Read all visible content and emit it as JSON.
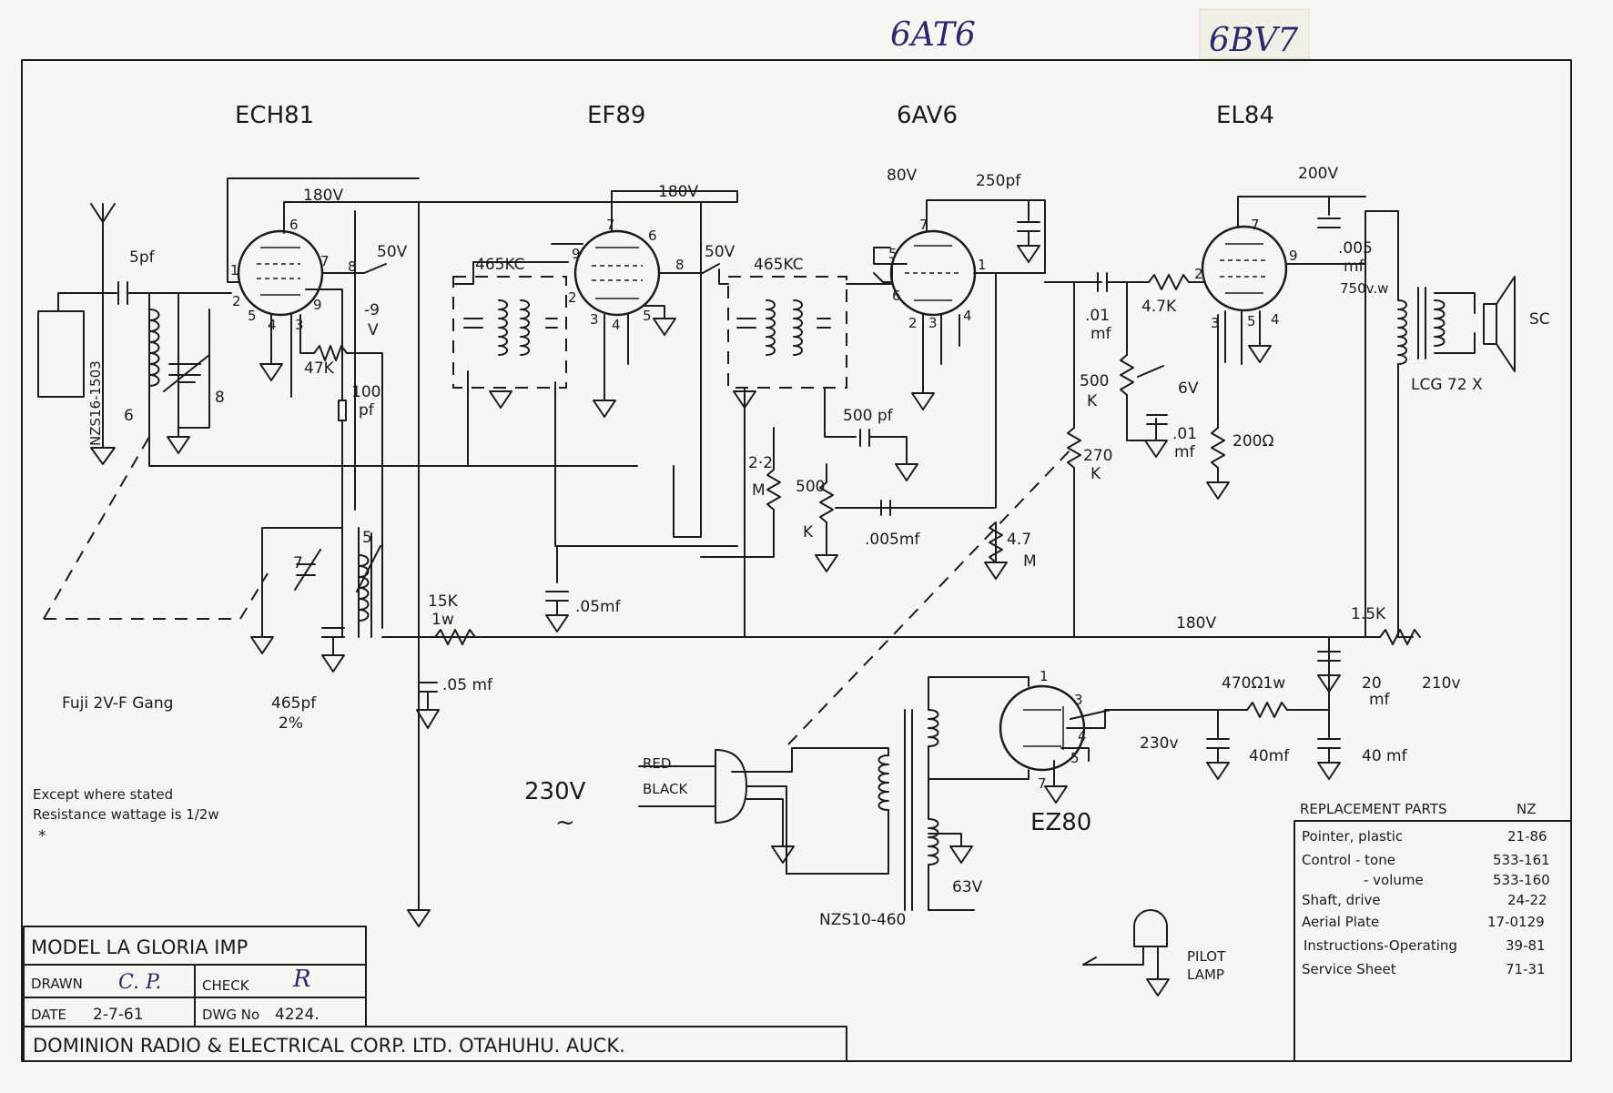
{
  "top_notes": [
    "6AT6",
    "6BV7"
  ],
  "tubes": [
    {
      "id": "ECH81",
      "label": "ECH81"
    },
    {
      "id": "EF89",
      "label": "EF89"
    },
    {
      "id": "6AV6",
      "label": "6AV6"
    },
    {
      "id": "EL84",
      "label": "EL84"
    },
    {
      "id": "EZ80",
      "label": "EZ80"
    }
  ],
  "labels": {
    "v180_a": "180V",
    "v180_b": "180V",
    "v80": "80V",
    "v200": "200V",
    "v50_a": "50V",
    "v50_b": "50V",
    "v9": "-9",
    "v9v": "V",
    "pf5": "5pf",
    "pf250": "250pf",
    "pf100a": "100",
    "pf100b": "pf",
    "kc465_a": "465KC",
    "kc465_b": "465KC",
    "k47": "47K",
    "k47b": "4.7K",
    "k500a": "500",
    "k500b": "K",
    "k270a": "270",
    "k270b": "K",
    "mf01a": ".01",
    "mf01b": "mf",
    "mf01c": ".01",
    "mf01d": "mf",
    "v6": "6V",
    "r200": "200Ω",
    "mf005a": ".005",
    "mf005b": "mf",
    "vw750": "750v.w",
    "lcg": "LCG 72 X",
    "sc": "SC",
    "pf500": "500 pf",
    "m22a": "2·2",
    "m22b": "M",
    "k500vol_a": "500",
    "k500vol_b": "K",
    "mf005c": ".005mf",
    "m47a": "4.7",
    "m47b": "M",
    "mf05a": ".05mf",
    "k15a": "15K",
    "k15b": "1w",
    "mf05b": ".05 mf",
    "v180_rail": "180V",
    "k15c": "1.5K",
    "mf20a": "20",
    "mf20b": "mf",
    "v210": "210v",
    "r470": "470Ω1w",
    "v230": "230v",
    "mf40a": "40mf",
    "mf40b": "40 mf",
    "nzs1503": "NZS16-1503",
    "coil6": "6",
    "coil8": "8",
    "coil5": "5",
    "coil7": "7",
    "pf465": "465pf",
    "pct2": "2%",
    "gang": "Fuji 2V-F Gang",
    "red": "RED",
    "black": "BLACK",
    "mains": "230V",
    "mains_sym": "~",
    "nzs460": "NZS10-460",
    "v63": "63V",
    "pilot_a": "PILOT",
    "pilot_b": "LAMP",
    "note1": "Except where stated",
    "note2": "Resistance wattage is 1/2w",
    "star": "*"
  },
  "pins": [
    "6",
    "1",
    "2",
    "5",
    "4",
    "3",
    "7",
    "8",
    "9",
    "7",
    "9",
    "6",
    "8",
    "2",
    "3",
    "4",
    "5",
    "7",
    "5",
    "6",
    "1",
    "2",
    "3",
    "4",
    "7",
    "2",
    "9",
    "3",
    "5",
    "4",
    "1",
    "3",
    "4",
    "5",
    "7"
  ],
  "parts": {
    "title": "REPLACEMENT PARTS",
    "region": "NZ",
    "items": [
      {
        "name": "Pointer, plastic",
        "code": "21-86"
      },
      {
        "name": "Control - tone",
        "code": "533-161"
      },
      {
        "name": "- volume",
        "code": "533-160"
      },
      {
        "name": "Shaft, drive",
        "code": "24-22"
      },
      {
        "name": "Aerial Plate",
        "code": "17-0129"
      },
      {
        "name": "Instructions-Operating",
        "code": "39-81"
      },
      {
        "name": "Service Sheet",
        "code": "71-31"
      }
    ]
  },
  "title_block": {
    "model": "MODEL LA GLORIA IMP",
    "drawn_label": "DRAWN",
    "drawn_value": "C. P.",
    "check_label": "CHECK",
    "check_value": "R",
    "date_label": "DATE",
    "date_value": "2-7-61",
    "dwg_label": "DWG No",
    "dwg_value": "4224.",
    "company": "DOMINION RADIO & ELECTRICAL CORP. LTD. OTAHUHU. AUCK."
  }
}
